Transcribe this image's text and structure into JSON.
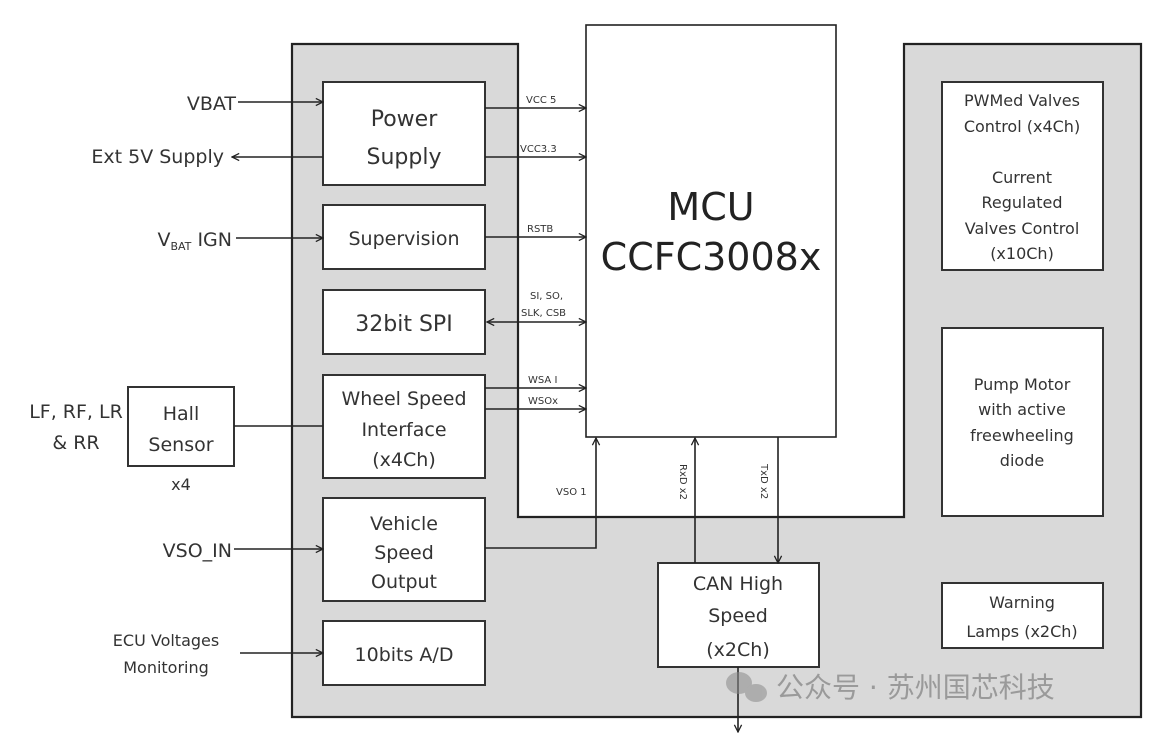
{
  "diagram": {
    "mcu": {
      "line1": "MCU",
      "line2": "CCFC3008x"
    },
    "left_blocks": {
      "power_supply": {
        "line1": "Power",
        "line2": "Supply"
      },
      "supervision": {
        "label": "Supervision"
      },
      "spi": {
        "label": "32bit SPI"
      },
      "wheel_speed": {
        "line1": "Wheel Speed",
        "line2": "Interface",
        "line3": "(x4Ch)"
      },
      "vehicle_speed": {
        "line1": "Vehicle",
        "line2": "Speed",
        "line3": "Output"
      },
      "adc": {
        "label": "10bits A/D"
      }
    },
    "hall_sensor": {
      "line1": "Hall",
      "line2": "Sensor",
      "count": "x4"
    },
    "external_inputs": {
      "vbat": "VBAT",
      "ext5v": "Ext 5V Supply",
      "vbat_ign_main": "V",
      "vbat_ign_sub": "BAT",
      "vbat_ign_suffix": " IGN",
      "wheels_line1": "LF, RF, LR",
      "wheels_line2": "& RR",
      "vso_in": "VSO_IN",
      "ecu_line1": "ECU Voltages",
      "ecu_line2": "Monitoring"
    },
    "signals": {
      "vcc5": "VCC 5",
      "vcc33": "VCC3.3",
      "rstb": "RSTB",
      "spi_line1": "SI, SO,",
      "spi_line2": "SLK, CSB",
      "wsai": "WSA I",
      "wsox": "WSOx",
      "vso1": "VSO 1",
      "rxd": "RxD x2",
      "txd": "TxD x2"
    },
    "can": {
      "line1": "CAN High",
      "line2": "Speed",
      "line3": "(x2Ch)"
    },
    "right_blocks": {
      "valves": {
        "line1": "PWMed Valves",
        "line2": "Control (x4Ch)",
        "line3": "Current",
        "line4": "Regulated",
        "line5": "Valves Control",
        "line6": "(x10Ch)"
      },
      "pump": {
        "line1": "Pump Motor",
        "line2": "with active",
        "line3": "freewheeling",
        "line4": "diode"
      },
      "warning": {
        "line1": "Warning",
        "line2": "Lamps (x2Ch)"
      }
    },
    "watermark": {
      "text": "公众号 · 苏州国芯科技"
    }
  }
}
